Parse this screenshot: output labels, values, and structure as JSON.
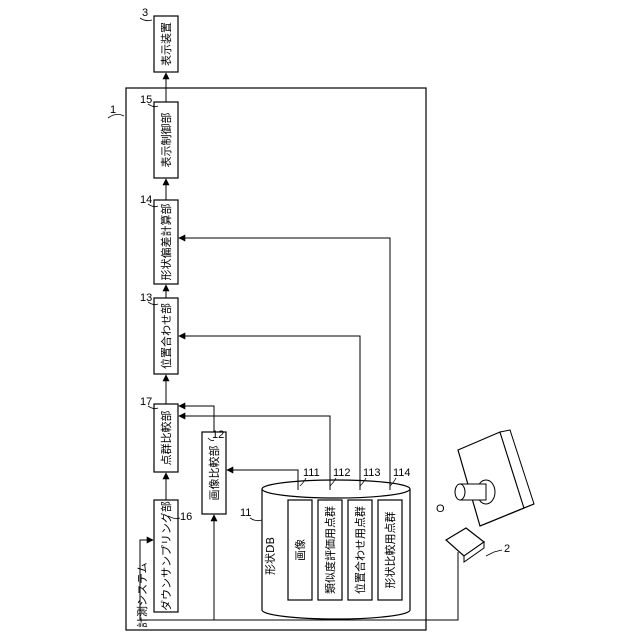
{
  "system": {
    "label": "計測システム",
    "ref": "1"
  },
  "display_device": {
    "label": "表示装置",
    "ref": "3"
  },
  "blocks": {
    "display_control": {
      "label": "表示制御部",
      "ref": "15"
    },
    "shape_deviation": {
      "label": "形状偏差計算部",
      "ref": "14"
    },
    "alignment": {
      "label": "位置合わせ部",
      "ref": "13"
    },
    "point_cloud_compare": {
      "label": "点群比較部",
      "ref": "17"
    },
    "image_compare": {
      "label": "画像比較部",
      "ref": "12"
    },
    "downsampling": {
      "label": "ダウンサンプリング部",
      "ref": "16"
    }
  },
  "database": {
    "label": "形状DB",
    "ref": "11",
    "items": [
      {
        "label": "画像",
        "ref": "111"
      },
      {
        "label": "類似度評価用点群",
        "ref": "112"
      },
      {
        "label": "位置合わせ用点群",
        "ref": "113"
      },
      {
        "label": "形状比較用点群",
        "ref": "114"
      }
    ]
  },
  "camera": {
    "ref": "2"
  },
  "object": {
    "ref": "O"
  }
}
